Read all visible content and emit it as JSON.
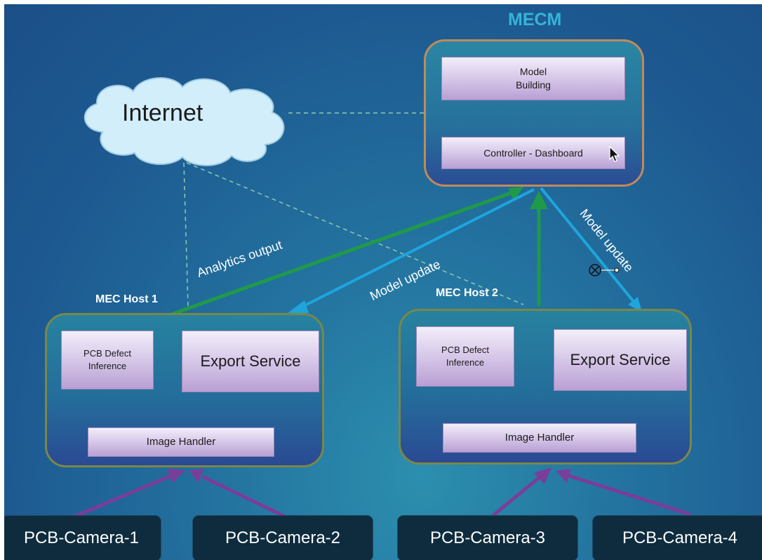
{
  "mecm": {
    "title": "MECM",
    "model_building": "Model\nBuilding",
    "controller_dashboard": "Controller - Dashboard"
  },
  "internet": {
    "label": "Internet"
  },
  "host1": {
    "title": "MEC Host 1",
    "pcb_defect_inference": "PCB Defect\nInference",
    "export_service": "Export Service",
    "image_handler": "Image Handler"
  },
  "host2": {
    "title": "MEC Host 2",
    "pcb_defect_inference": "PCB Defect\nInference",
    "export_service": "Export Service",
    "image_handler": "Image Handler"
  },
  "flows": {
    "analytics_output": "Analytics output",
    "model_update_1": "Model update",
    "model_update_2": "Model update"
  },
  "cameras": [
    "PCB-Camera-1",
    "PCB-Camera-2",
    "PCB-Camera-3",
    "PCB-Camera-4"
  ],
  "colors": {
    "green_arrow": "#1f9a4a",
    "blue_arrow": "#1ea5dc",
    "purple_arrow": "#7b3d9a",
    "dashed_line": "#8fc8b0"
  }
}
